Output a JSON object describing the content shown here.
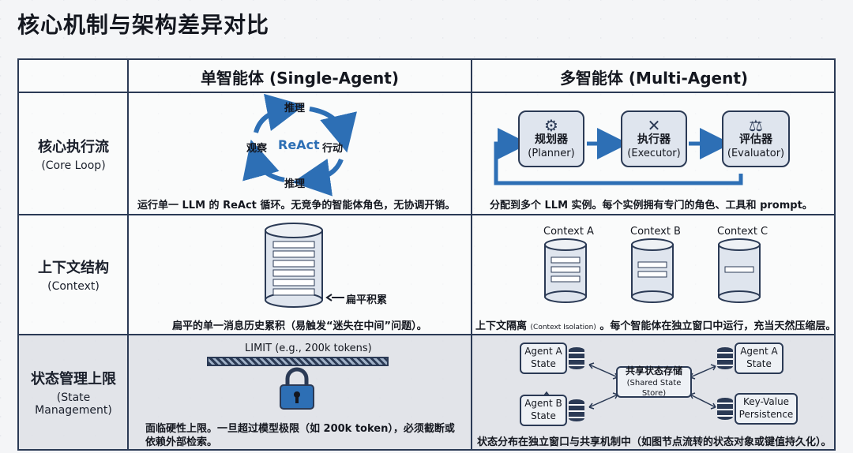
{
  "title": "核心机制与架构差异对比",
  "columns": {
    "single": "单智能体 (Single-Agent)",
    "multi": "多智能体 (Multi-Agent)"
  },
  "rows": [
    {
      "zh": "核心执行流",
      "en": "(Core Loop)"
    },
    {
      "zh": "上下文结构",
      "en": "(Context)"
    },
    {
      "zh": "状态管理上限",
      "en": "(State Management)"
    }
  ],
  "core_loop": {
    "single": {
      "center": "ReAct",
      "top": "推理",
      "right": "行动",
      "bottom": "推理",
      "left": "观察",
      "caption": "运行单一 LLM 的 ReAct 循环。无竞争的智能体角色，无协调开销。"
    },
    "multi": {
      "nodes": [
        {
          "zh": "规划器",
          "en": "(Planner)",
          "icon": "gear-icon"
        },
        {
          "zh": "执行器",
          "en": "(Executor)",
          "icon": "tools-icon"
        },
        {
          "zh": "评估器",
          "en": "(Evaluator)",
          "icon": "scale-icon"
        }
      ],
      "caption": "分配到多个 LLM 实例。每个实例拥有专门的角色、工具和 prompt。"
    }
  },
  "context": {
    "single": {
      "label": "扁平积累",
      "caption": "扁平的单一消息历史累积（易触发“迷失在中间”问题）。"
    },
    "multi": {
      "stores": [
        "Context A",
        "Context B",
        "Context C"
      ],
      "caption_main": "上下文隔离",
      "caption_small": "(Context Isolation)",
      "caption_rest": "。每个智能体在独立窗口中运行，充当天然压缩层。"
    }
  },
  "state": {
    "single": {
      "limit_label": "LIMIT (e.g., 200k tokens)",
      "caption_line1": "面临硬性上限。一旦超过模型极限（如 200k token），必须截断或",
      "caption_line2": "依赖外部检索。"
    },
    "multi": {
      "agent_a_left": {
        "l1": "Agent A",
        "l2": "State"
      },
      "agent_b_left": {
        "l1": "Agent B",
        "l2": "State"
      },
      "agent_a_right": {
        "l1": "Agent A",
        "l2": "State"
      },
      "kv": {
        "l1": "Key-Value",
        "l2": "Persistence"
      },
      "shared": {
        "l1": "共享状态存储",
        "l2": "(Shared State Store)"
      },
      "caption": "状态分布在独立窗口与共享机制中（如图节点流转的状态对象或键值持久化）。"
    }
  },
  "colors": {
    "line": "#2b3a55",
    "accent": "#2d6fb5",
    "node_fill": "#dfe5ee"
  }
}
